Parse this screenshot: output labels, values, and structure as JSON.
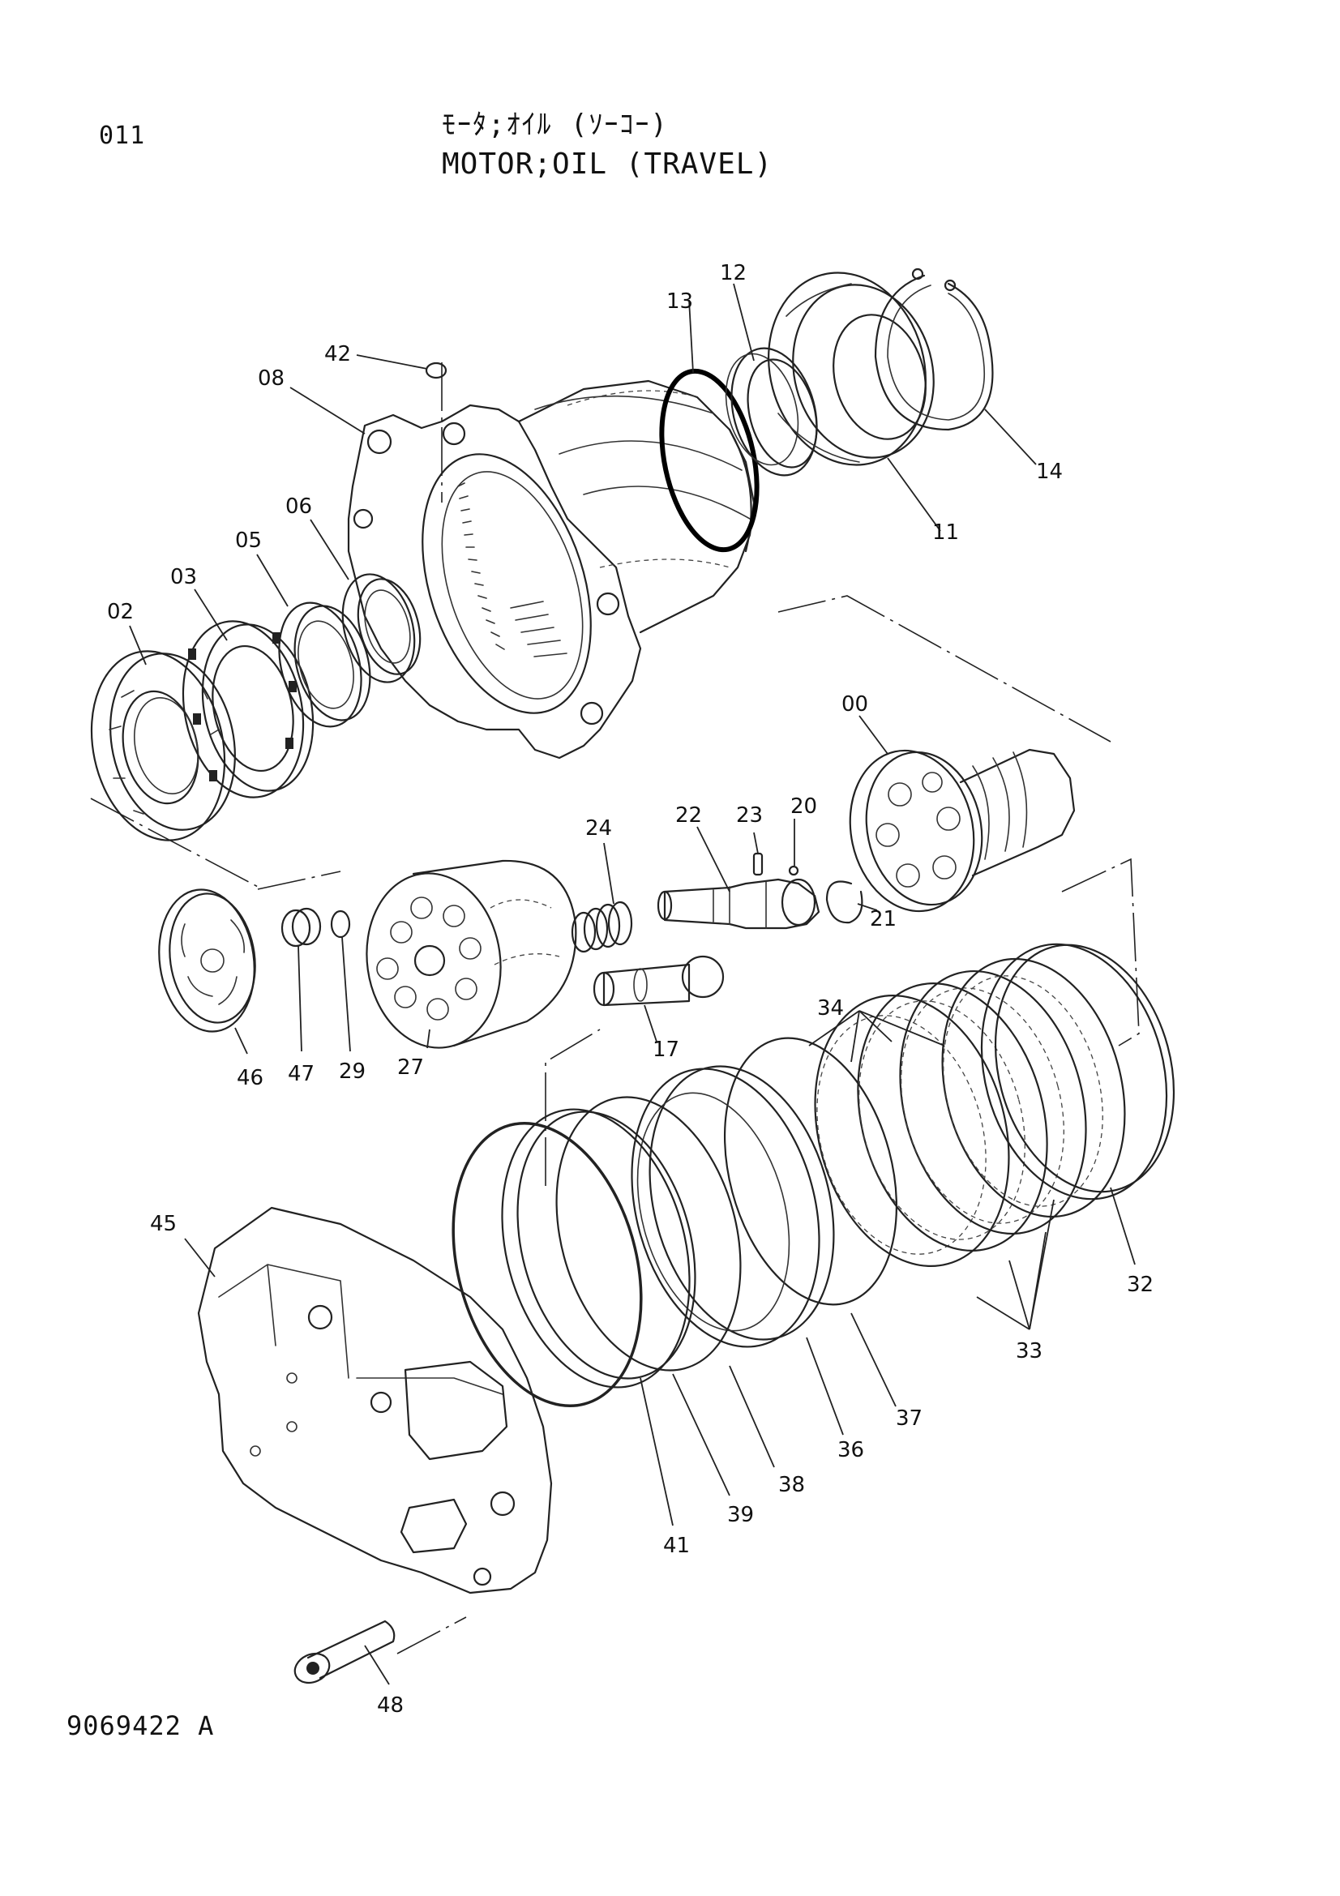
{
  "header": {
    "page_number": "011",
    "title_jp": "ﾓｰﾀ;ｵｲﾙ (ｿｰｺｰ)",
    "title_en": "MOTOR;OIL (TRAVEL)"
  },
  "footer": {
    "drawing_number": "9069422 A"
  },
  "parts": {
    "p00": "00",
    "p02": "02",
    "p03": "03",
    "p05": "05",
    "p06": "06",
    "p08": "08",
    "p11": "11",
    "p12": "12",
    "p13": "13",
    "p14": "14",
    "p17": "17",
    "p20": "20",
    "p21": "21",
    "p22": "22",
    "p23": "23",
    "p24": "24",
    "p27": "27",
    "p29": "29",
    "p32": "32",
    "p33": "33",
    "p34": "34",
    "p36": "36",
    "p37": "37",
    "p38": "38",
    "p39": "39",
    "p41": "41",
    "p42": "42",
    "p45": "45",
    "p46": "46",
    "p47": "47",
    "p48": "48"
  }
}
